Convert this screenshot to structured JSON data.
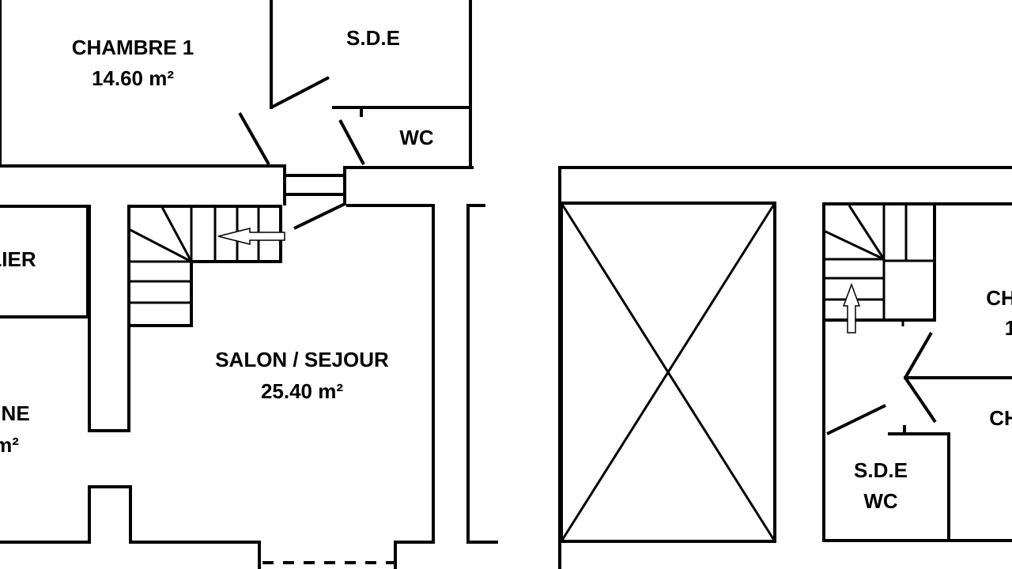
{
  "rooms": {
    "chambre1": {
      "name": "CHAMBRE 1",
      "area": "14.60 m²"
    },
    "sde_top": {
      "name": "S.D.E"
    },
    "wc_top": {
      "name": "WC"
    },
    "palier": {
      "name": "LIER"
    },
    "cuisine": {
      "name": "INE",
      "area": "m²"
    },
    "salon": {
      "name": "SALON / SEJOUR",
      "area": "25.40 m²"
    },
    "chambre_right_1": {
      "name": "CH",
      "area_fragment": "1"
    },
    "chambre_right_2": {
      "name": "CH"
    },
    "sde_wc_right": {
      "name": "S.D.E",
      "name2": "WC"
    }
  }
}
